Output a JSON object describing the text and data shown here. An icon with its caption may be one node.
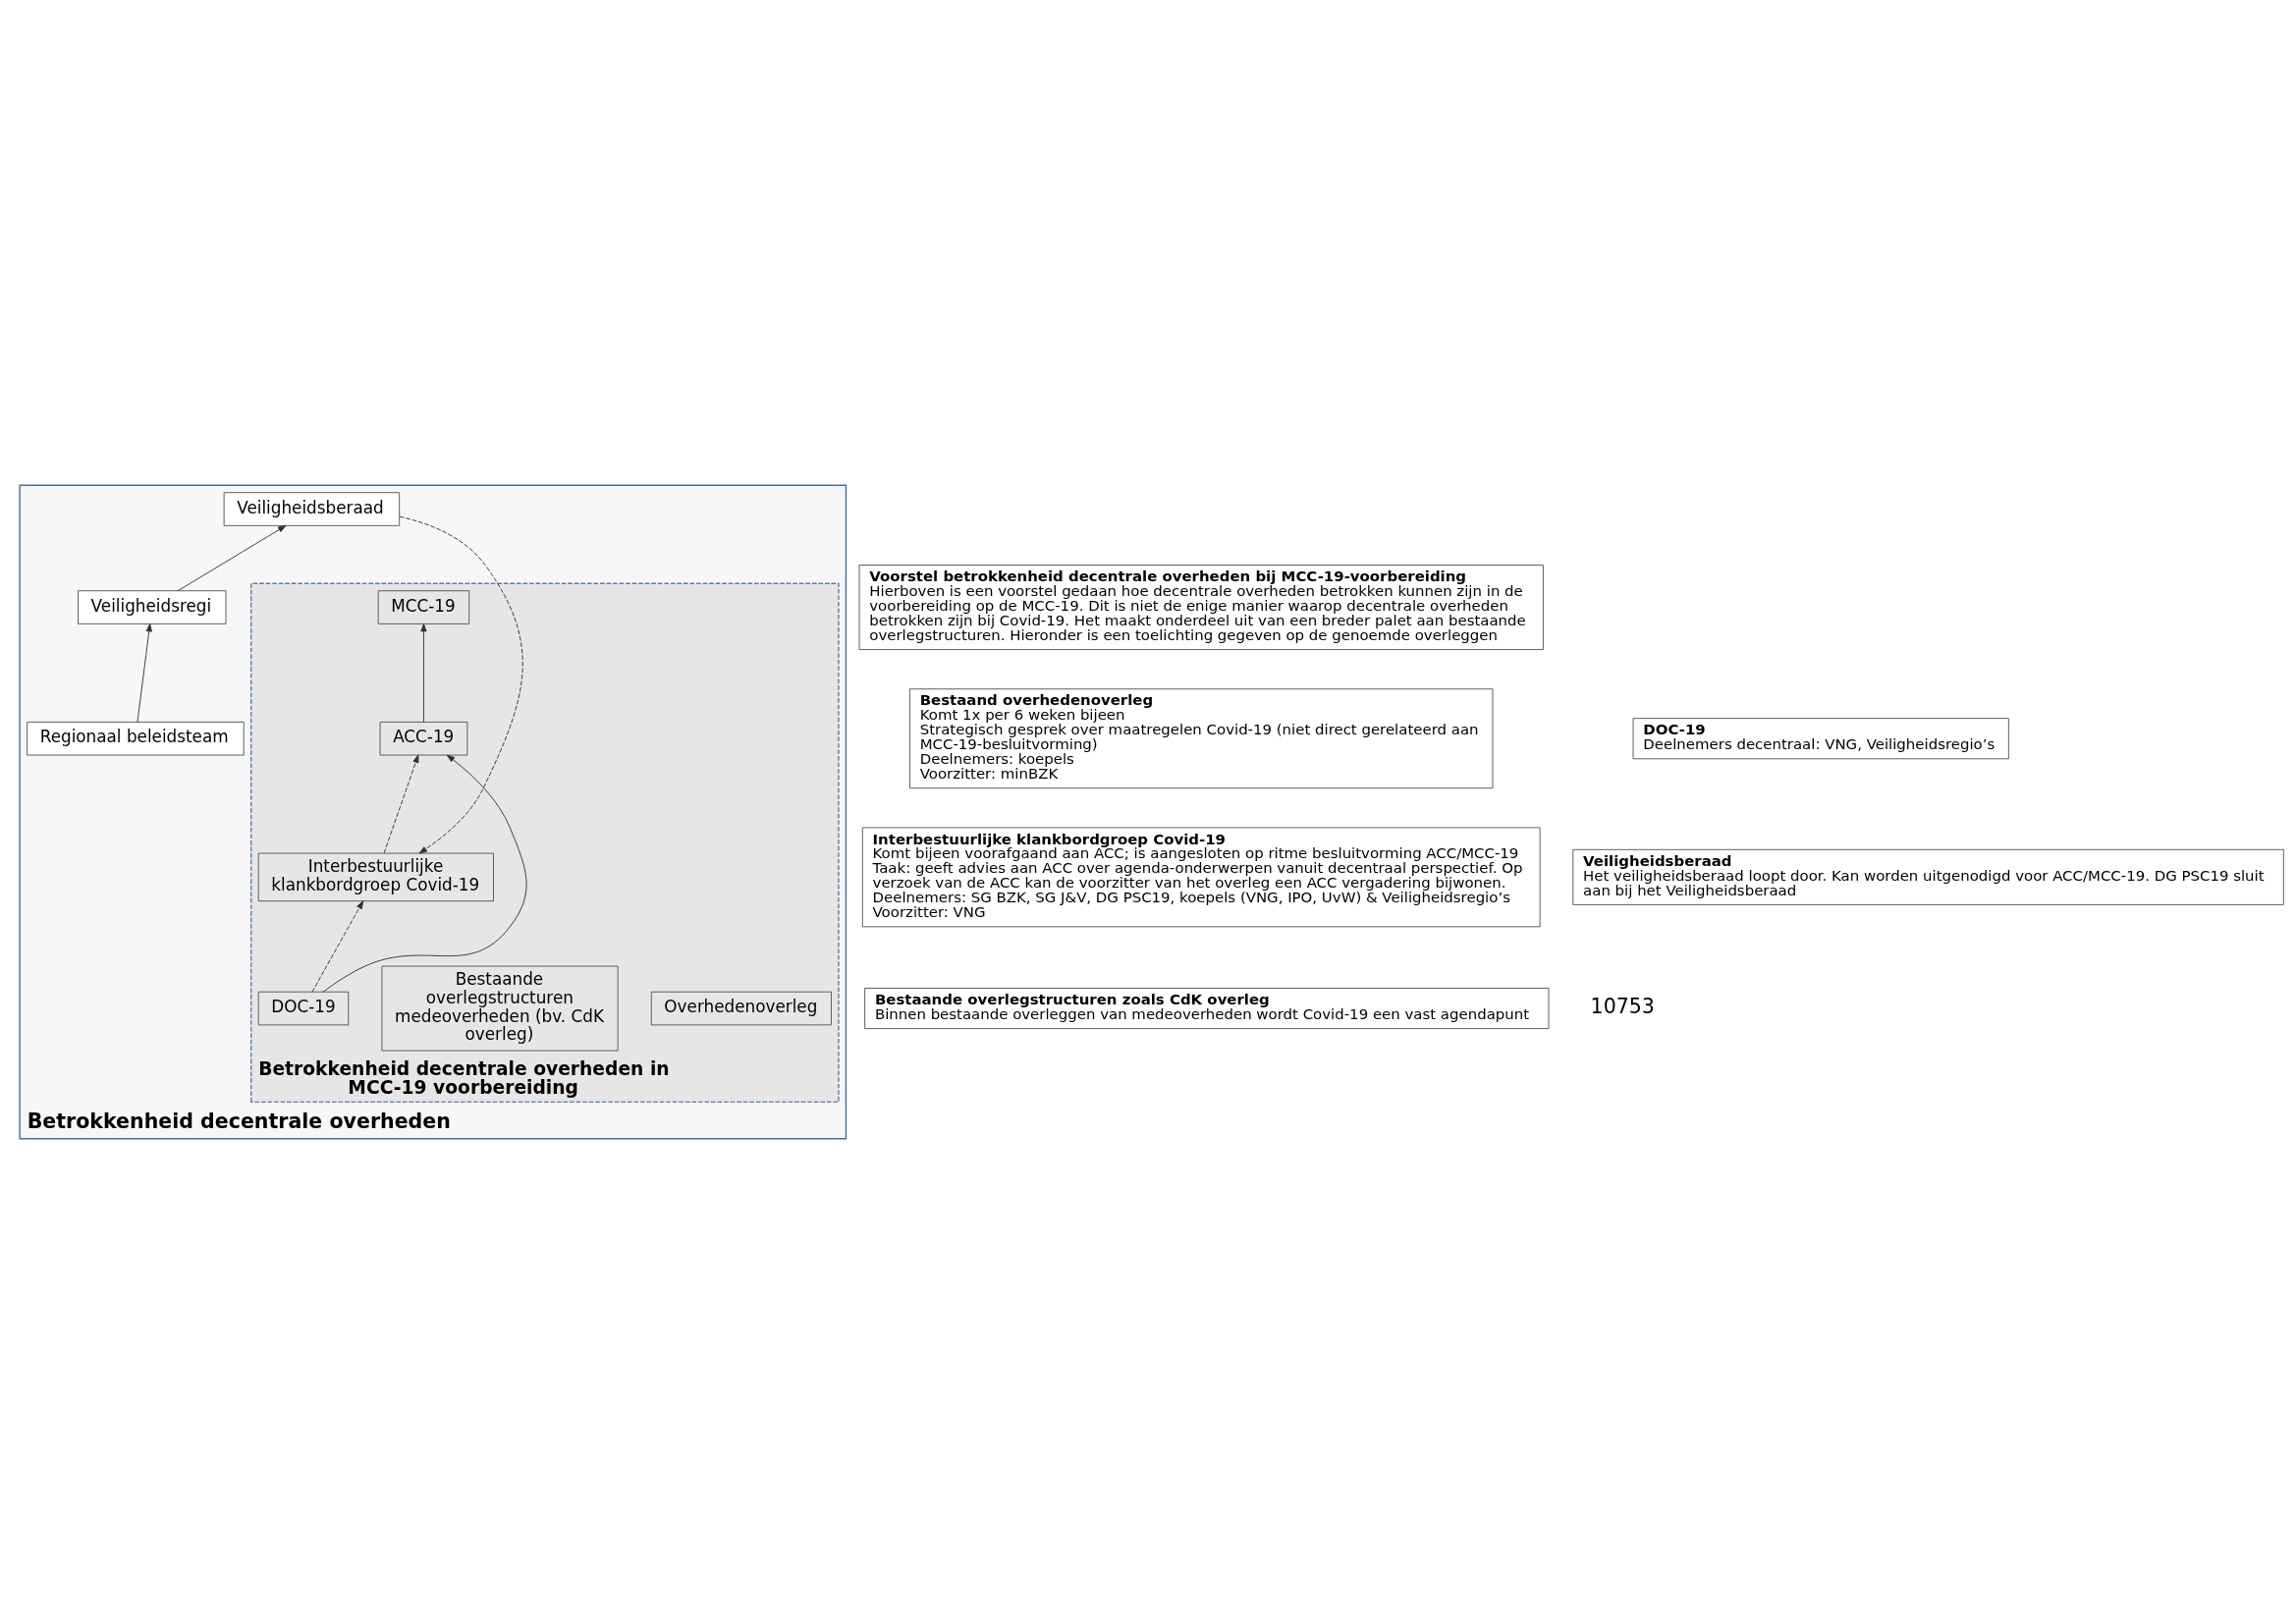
{
  "diagram": {
    "nodes": [
      {
        "text": [
          "Betrokkenheid decentrale overheden"
        ]
      },
      {
        "text": [
          "Veiligheidsberaad"
        ],
        "in": 0
      },
      {
        "text": [
          "Veiligheidsregi"
        ],
        "in": 0
      },
      {
        "text": [
          "Regionaal beleidsteam"
        ],
        "in": 0
      },
      {
        "text": [
          "Betrokkenheid decentrale overheden in MCC-19 voorbereiding"
        ],
        "in": 0
      },
      {
        "text": [
          "MCC-19"
        ],
        "in": 4
      },
      {
        "text": [
          "Overhedenoverleg"
        ],
        "in": 4
      },
      {
        "text": [
          "Interbestuurlijke klankbordgroep Covid-19"
        ],
        "in": 4
      },
      {
        "text": [
          "ACC-19"
        ],
        "in": 4
      },
      {
        "text": [
          "Bestaande overlegstructuren medeoverheden (bv. CdK overleg)"
        ],
        "in": 4
      },
      {
        "text": [
          "DOC-19"
        ],
        "in": 4
      },
      {
        "text": [
          "Voorstel betrokkenheid decentrale overheden bij MCC-19-voorbereiding",
          "Hierboven is een voorstel gedaan hoe decentrale overheden betrokken kunnen zijn in de voorbereiding op de MCC-19. Dit is niet de enige manier waarop decentrale overheden betrokken zijn bij Covid-19. Het maakt onderdeel uit van een breder palet aan bestaande overlegstructuren. Hieronder is een toelichting gegeven op de genoemde overleggen"
        ]
      },
      {
        "text": [
          "Bestaand overhedenoverleg",
          "Komt 1x per 6 weken bijeen",
          "Strategisch gesprek over maatregelen Covid-19 (niet direct gerelateerd aan MCC-19-besluitvorming)",
          "Deelnemers: koepels",
          "Voorzitter: minBZK"
        ]
      },
      {
        "text": [
          "Interbestuurlijke klankbordgroep Covid-19",
          "Komt bijeen voorafgaand aan ACC; is aangesloten op ritme besluitvorming ACC/MCC-19",
          "Taak: geeft advies aan ACC over agenda-onderwerpen vanuit decentraal perspectief. Op verzoek van de ACC kan de voorzitter van het overleg een ACC vergadering bijwonen.",
          "Deelnemers: SG BZK, SG J&V, DG PSC19, koepels (VNG, IPO, UvW) & Veiligheidsregio’s",
          "Voorzitter: VNG"
        ]
      },
      {
        "text": [
          "Bestaande overlegstructuren zoals CdK overleg",
          "Binnen bestaande overleggen van medeoverheden wordt Covid-19 een vast agendapunt"
        ]
      },
      {
        "text": [
          "DOC-19",
          "Deelnemers decentraal: VNG, Veiligheidsregio’s"
        ]
      },
      {
        "text": [
          "Veiligheidsberaad",
          "Het veiligheidsberaad loopt door. Kan worden uitgenodigd voor ACC/MCC-19. DG PSC19 sluit aan bij het Veiligheidsberaad"
        ]
      }
    ],
    "edges": [
      {
        "from": 2,
        "to": 1,
        "arrow": "to"
      },
      {
        "from": 3,
        "to": 2,
        "arrow": "to"
      },
      {
        "from": 1,
        "to": 7,
        "arrow": "to",
        "style": "dashed"
      },
      {
        "from": 7,
        "to": 8,
        "arrow": "to",
        "style": "dashed"
      },
      {
        "from": 8,
        "to": 5,
        "arrow": "to"
      },
      {
        "from": 10,
        "to": 8,
        "arrow": "to"
      },
      {
        "from": 10,
        "to": 7,
        "arrow": "to",
        "style": "dashed"
      }
    ],
    "labels": [
      "10753"
    ]
  }
}
